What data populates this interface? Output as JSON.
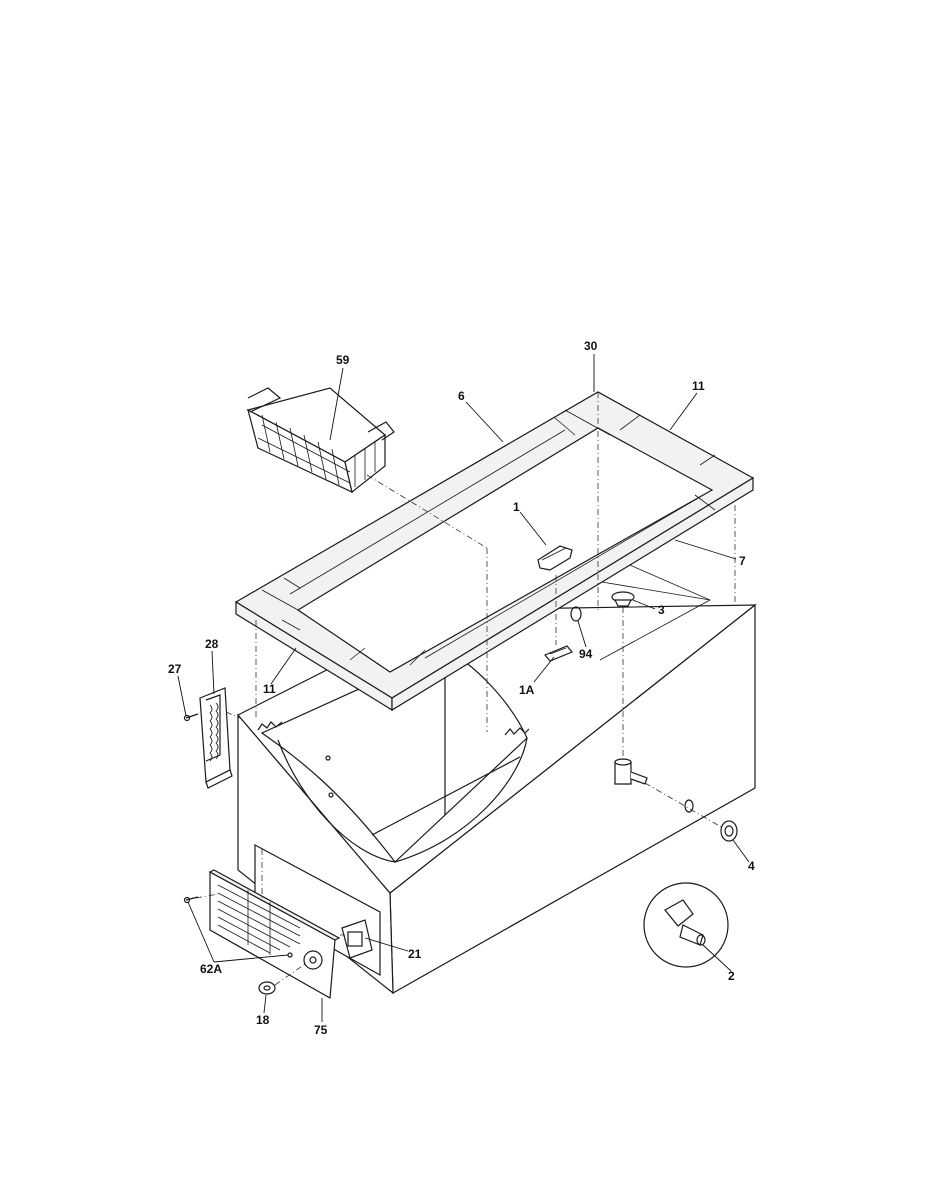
{
  "parts": [
    {
      "id": "basket",
      "label": "59"
    },
    {
      "id": "hinge-corner-top",
      "label": "30"
    },
    {
      "id": "gasket-long-back",
      "label": "6"
    },
    {
      "id": "gasket-right-short",
      "label": "11"
    },
    {
      "id": "lock-latch",
      "label": "1"
    },
    {
      "id": "gasket-long-front",
      "label": "7"
    },
    {
      "id": "drain-plug",
      "label": "3"
    },
    {
      "id": "hinge",
      "label": "28"
    },
    {
      "id": "hinge-screw",
      "label": "27"
    },
    {
      "id": "gasket-left-short",
      "label": "11"
    },
    {
      "id": "light-switch",
      "label": "1A"
    },
    {
      "id": "grommet",
      "label": "94"
    },
    {
      "id": "drain-cap",
      "label": "4"
    },
    {
      "id": "grille-screw",
      "label": "62A"
    },
    {
      "id": "control",
      "label": "21"
    },
    {
      "id": "drain-fitting",
      "label": "2"
    },
    {
      "id": "knob",
      "label": "18"
    },
    {
      "id": "grille",
      "label": "75"
    }
  ]
}
